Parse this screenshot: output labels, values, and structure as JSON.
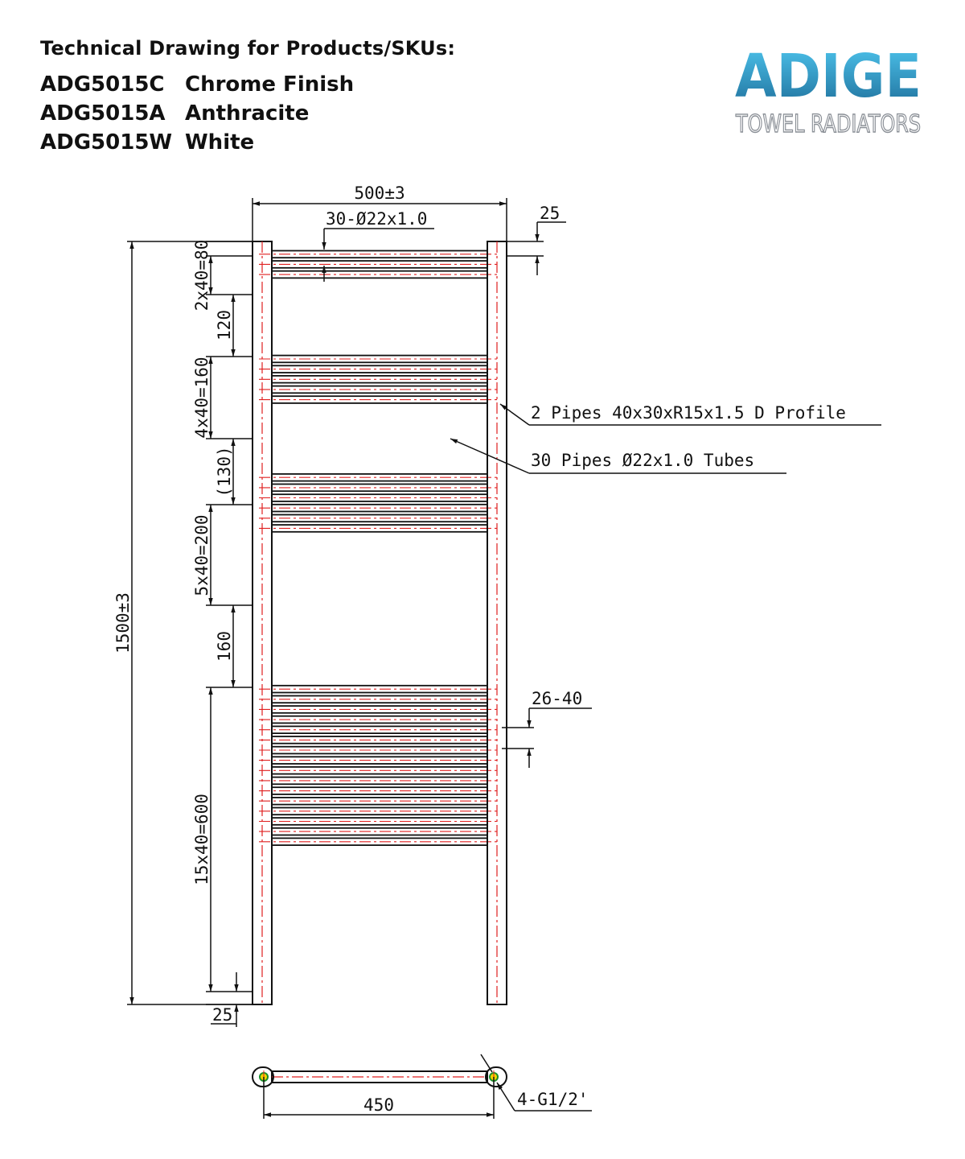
{
  "header": {
    "title": "Technical Drawing for Products/SKUs:",
    "skus": [
      {
        "code": "ADG5015C",
        "finish": "Chrome Finish"
      },
      {
        "code": "ADG5015A",
        "finish": "Anthracite"
      },
      {
        "code": "ADG5015W",
        "finish": "White"
      }
    ]
  },
  "logo": {
    "word": "ADIGE",
    "tagline": "TOWEL RADIATORS",
    "colors": {
      "top": "#4fc6ef",
      "bottom": "#1d6d98",
      "tagline": "#8a8f96"
    }
  },
  "drawing": {
    "colors": {
      "line": "#111111",
      "centerline": "#e02020"
    },
    "dims": {
      "overall_width": "500±3",
      "tube_spec": "30-Ø22x1.0",
      "top_offset": "25",
      "overall_height": "1500±3",
      "group1": "2x40=80",
      "gap1": "120",
      "group2": "4x40=160",
      "gap2": "(130)",
      "group3": "5x40=200",
      "gap3": "160",
      "group4": "15x40=600",
      "bottom_offset": "25",
      "wall_gap": "26-40",
      "centers": "450",
      "connections": "4-G1/2'"
    },
    "callouts": {
      "profile": "2 Pipes 40x30xR15x1.5 D Profile",
      "tubes": "30 Pipes Ø22x1.0 Tubes"
    },
    "tube_groups": [
      {
        "count": 3,
        "pitch": 40
      },
      {
        "count": 5,
        "pitch": 40
      },
      {
        "count": 6,
        "pitch": 40
      },
      {
        "count": 16,
        "pitch": 40
      }
    ]
  }
}
